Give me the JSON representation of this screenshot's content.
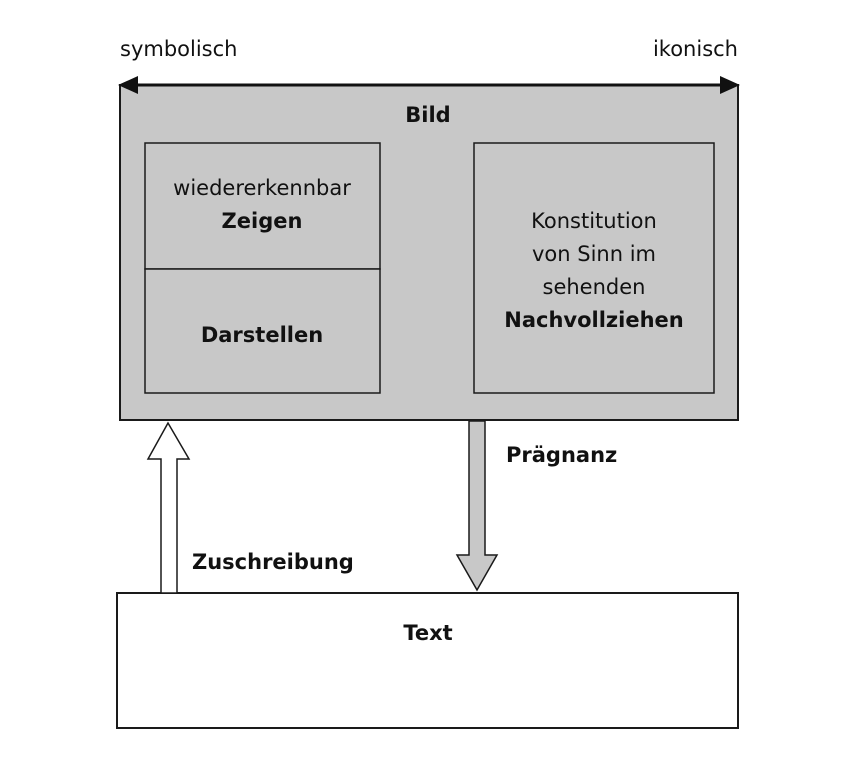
{
  "axis": {
    "left": "symbolisch",
    "right": "ikonisch"
  },
  "bild": {
    "title": "Bild",
    "left_top": {
      "line1": "wiedererkennbar",
      "line2": "Zeigen"
    },
    "left_bottom": "Darstellen",
    "right": {
      "line1": "Konstitution",
      "line2": "von Sinn im",
      "line3": "sehenden",
      "line4": "Nachvollziehen"
    }
  },
  "arrows": {
    "down_label": "Prägnanz",
    "up_label": "Zuschreibung"
  },
  "text_box": {
    "title": "Text"
  },
  "colors": {
    "box_fill": "#c8c8c8",
    "stroke": "#1a1a1a"
  }
}
